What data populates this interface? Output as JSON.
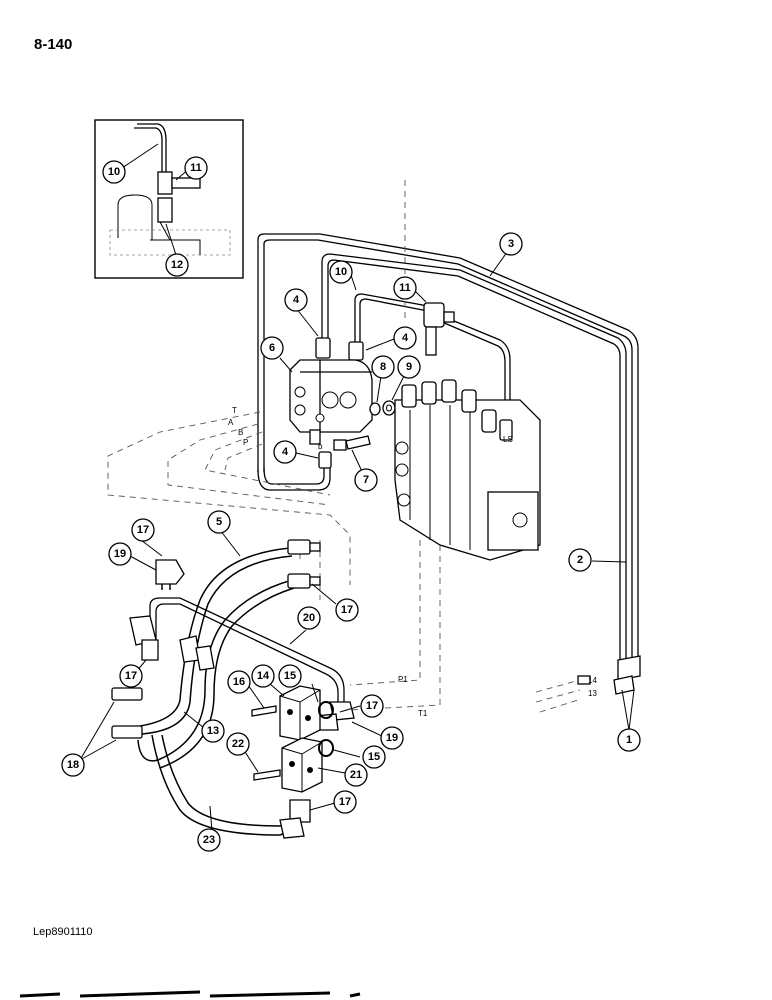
{
  "page": {
    "page_number": "8-140",
    "reference_code": "Lep8901110"
  },
  "callouts": {
    "c1": "1",
    "c2": "2",
    "c3": "3",
    "c4a": "4",
    "c4b": "4",
    "c4c": "4",
    "c5": "5",
    "c6": "6",
    "c7": "7",
    "c8": "8",
    "c9": "9",
    "c10a": "10",
    "c10b": "10",
    "c11a": "11",
    "c11b": "11",
    "c12": "12",
    "c13": "13",
    "c14": "14",
    "c15a": "15",
    "c15b": "15",
    "c16": "16",
    "c17a": "17",
    "c17b": "17",
    "c17c": "17",
    "c17d": "17",
    "c17e": "17",
    "c18": "18",
    "c19a": "19",
    "c19b": "19",
    "c20": "20",
    "c21": "21",
    "c22": "22",
    "c23": "23"
  },
  "port_labels": {
    "t": "T",
    "a": "A",
    "b": "B",
    "p": "P",
    "b_small": "b",
    "ls": "LS",
    "p1": "P1",
    "t1": "T1",
    "n14": "14",
    "n13": "13"
  }
}
